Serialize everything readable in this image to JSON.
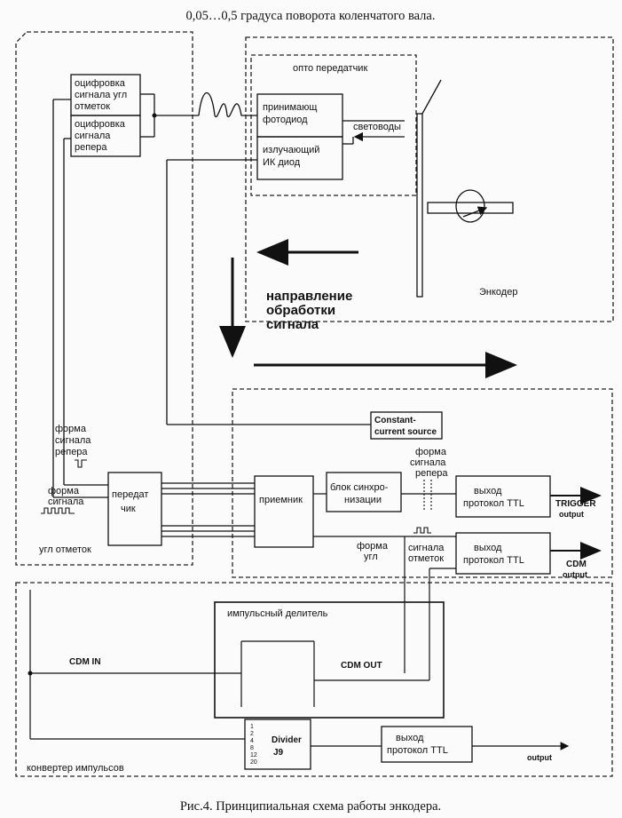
{
  "caption_top": "0,05…0,5 градуса поворота коленчатого вала.",
  "caption_bottom": "Рис.4. Принципиальная схема работы энкодера.",
  "blocks": {
    "digit_angle": [
      "оцифровка",
      "сигнала угл",
      "отметок"
    ],
    "digit_ref": [
      "оцифровка",
      "сигнала",
      "репера"
    ],
    "opto_tx_title": "опто передатчик",
    "photodiode": [
      "принимающ",
      "фотодиод"
    ],
    "ir_diode": [
      "излучающий",
      "ИК диод"
    ],
    "light_guides": "световоды",
    "encoder": "Энкодер",
    "direction": [
      "направление",
      "обработки",
      "сигнала"
    ],
    "constant_current": [
      "Constant-",
      "current source"
    ],
    "ref_waveform_left": [
      "форма",
      "сигнала",
      "репера"
    ],
    "angle_waveform_left": [
      "форма",
      "сигнала"
    ],
    "angle_marks_left": "угл отметок",
    "transmitter": [
      "передат",
      "чик"
    ],
    "receiver": "приемник",
    "sync_block": [
      "блок синхро-",
      "низации"
    ],
    "ref_waveform_right": [
      "форма",
      "сигнала",
      "репера"
    ],
    "out_ttl_1": [
      "выход",
      "протокол TTL"
    ],
    "trigger_out": [
      "TRIGGER",
      "output"
    ],
    "angle_form_right": [
      "форма",
      "угл"
    ],
    "angle_marks_right": [
      "сигнала",
      "отметок"
    ],
    "out_ttl_2": [
      "выход",
      "протокол TTL"
    ],
    "cdm_output": [
      "CDM",
      "output"
    ],
    "pulse_divider": "импульсный делитель",
    "cdm_in": "CDM IN",
    "cdm_out": "CDM OUT",
    "divider_values": [
      "1",
      "2",
      "4",
      "8",
      "12",
      "20"
    ],
    "divider_label": [
      "Divider",
      "J9"
    ],
    "out_ttl_3": [
      "выход",
      "протокол TTL"
    ],
    "output": "output",
    "converter": "конвертер импульсов"
  }
}
